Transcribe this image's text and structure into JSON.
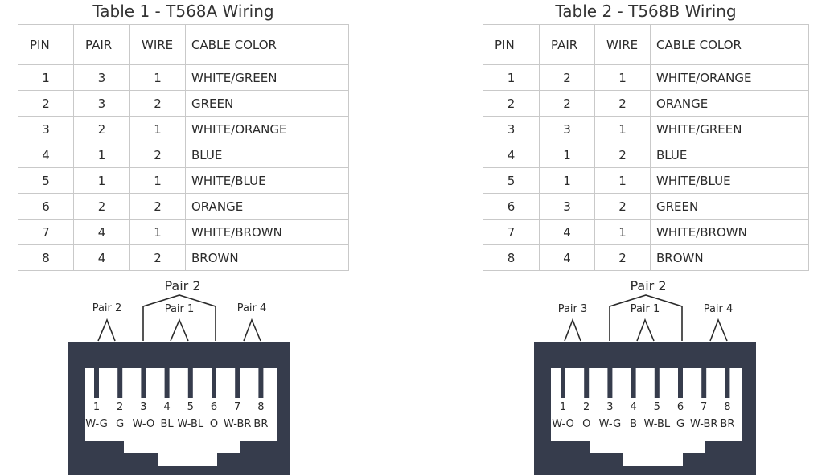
{
  "tables": [
    {
      "title": "Table 1 - T568A Wiring",
      "headers": [
        "PIN",
        "PAIR",
        "WIRE",
        "CABLE COLOR"
      ],
      "rows": [
        [
          "1",
          "3",
          "1",
          "WHITE/GREEN"
        ],
        [
          "2",
          "3",
          "2",
          "GREEN"
        ],
        [
          "3",
          "2",
          "1",
          "WHITE/ORANGE"
        ],
        [
          "4",
          "1",
          "2",
          "BLUE"
        ],
        [
          "5",
          "1",
          "1",
          "WHITE/BLUE"
        ],
        [
          "6",
          "2",
          "2",
          "ORANGE"
        ],
        [
          "7",
          "4",
          "1",
          "WHITE/BROWN"
        ],
        [
          "8",
          "4",
          "2",
          "BROWN"
        ]
      ]
    },
    {
      "title": "Table 2 - T568B Wiring",
      "headers": [
        "PIN",
        "PAIR",
        "WIRE",
        "CABLE COLOR"
      ],
      "rows": [
        [
          "1",
          "2",
          "1",
          "WHITE/ORANGE"
        ],
        [
          "2",
          "2",
          "2",
          "ORANGE"
        ],
        [
          "3",
          "3",
          "1",
          "WHITE/GREEN"
        ],
        [
          "4",
          "1",
          "2",
          "BLUE"
        ],
        [
          "5",
          "1",
          "1",
          "WHITE/BLUE"
        ],
        [
          "6",
          "3",
          "2",
          "GREEN"
        ],
        [
          "7",
          "4",
          "1",
          "WHITE/BROWN"
        ],
        [
          "8",
          "4",
          "2",
          "BROWN"
        ]
      ]
    }
  ],
  "connectors": [
    {
      "top_label": "Pair 2",
      "left_label": "Pair 2",
      "center_label": "Pair 1",
      "right_label": "Pair 4",
      "pin_numbers": [
        "1",
        "2",
        "3",
        "4",
        "5",
        "6",
        "7",
        "8"
      ],
      "pin_codes": [
        "W-G",
        "G",
        "W-O",
        "BL",
        "W-BL",
        "O",
        "W-BR",
        "BR"
      ]
    },
    {
      "top_label": "Pair 2",
      "left_label": "Pair 3",
      "center_label": "Pair 1",
      "right_label": "Pair 4",
      "pin_numbers": [
        "1",
        "2",
        "3",
        "4",
        "5",
        "6",
        "7",
        "8"
      ],
      "pin_codes": [
        "W-O",
        "O",
        "W-G",
        "B",
        "W-BL",
        "G",
        "W-BR",
        "BR"
      ]
    }
  ],
  "colors": {
    "jack_body": "#363c4c",
    "border": "#c9c9c9"
  }
}
